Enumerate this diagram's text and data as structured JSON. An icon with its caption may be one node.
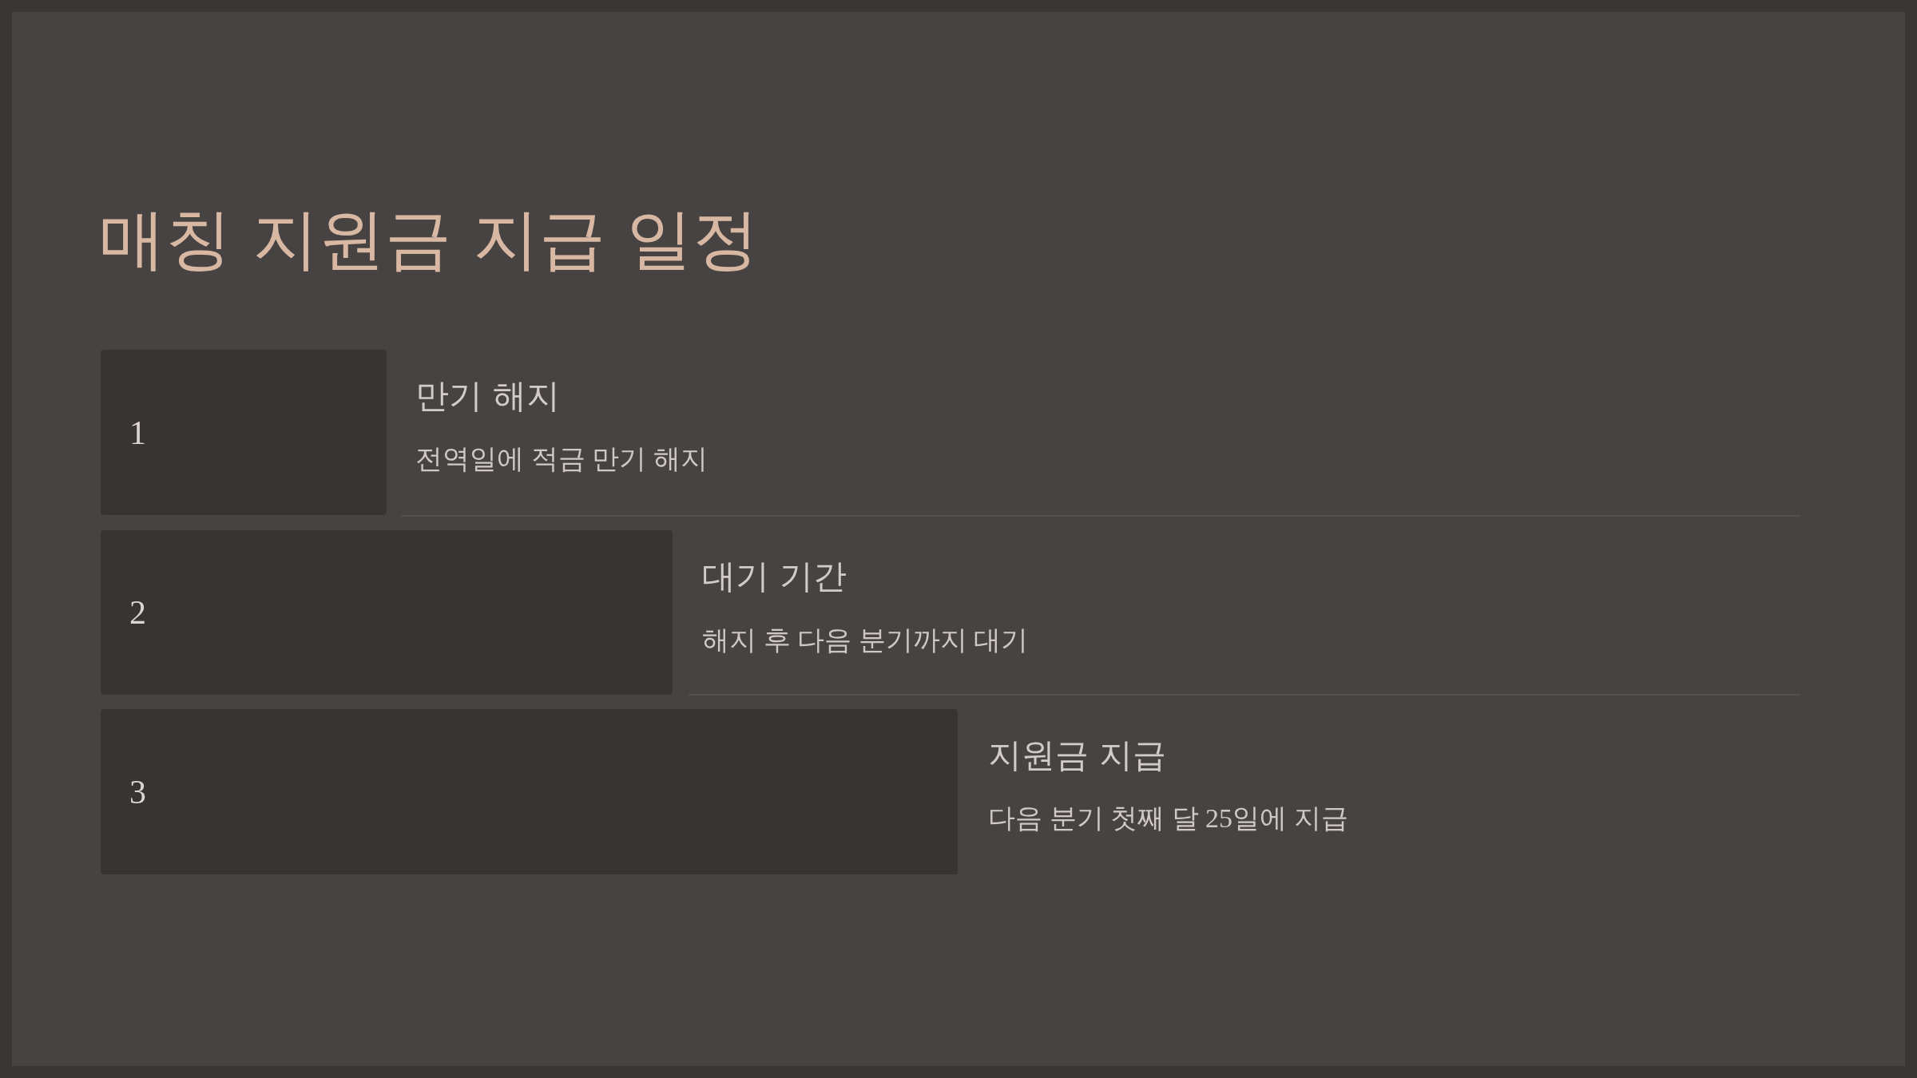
{
  "diagram": {
    "title": "매칭 지원금 지급 일정",
    "nodes": [
      {
        "text": [
          "1"
        ],
        "beside": [
          "만기 해지",
          "전역일에 적금 만기 해지"
        ]
      },
      {
        "text": [
          "2"
        ],
        "beside": [
          "대기 기간",
          "해지 후 다음 분기까지 대기"
        ]
      },
      {
        "text": [
          "3"
        ],
        "beside": [
          "지원금 지급",
          "다음 분기 첫째 달 25일에 지급"
        ]
      }
    ]
  }
}
